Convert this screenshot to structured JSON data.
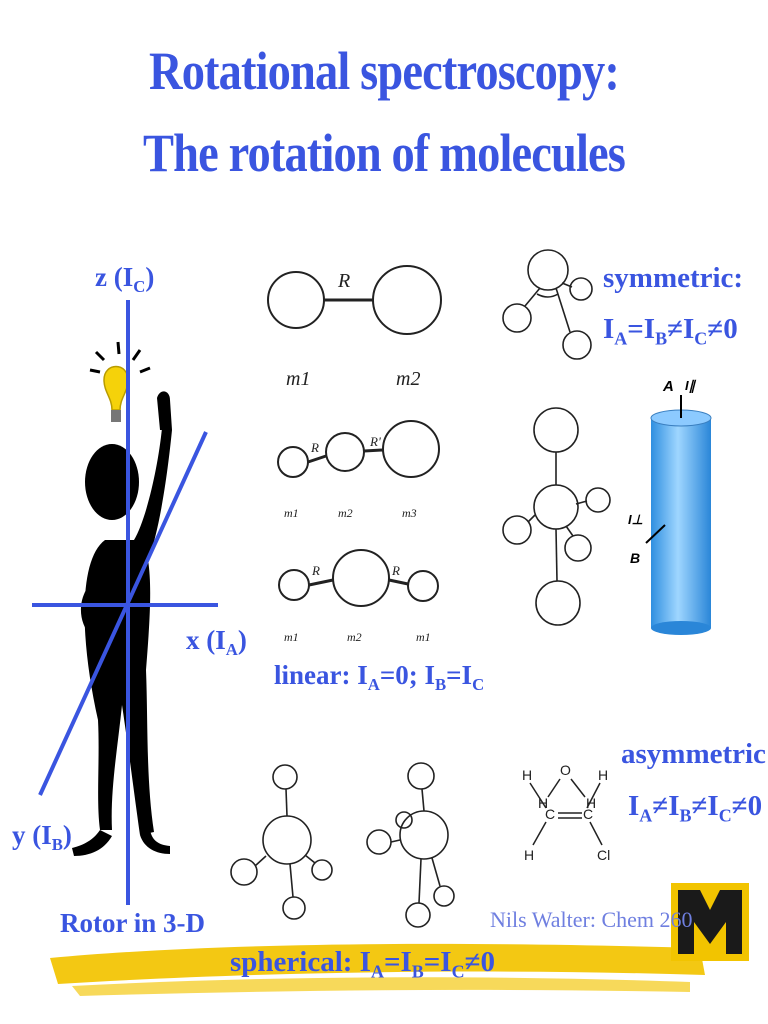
{
  "title": {
    "line1": "Rotational spectroscopy:",
    "line2": "The rotation of molecules"
  },
  "axes": {
    "z_label": "z (I",
    "z_sub": "C",
    "x_label": "x (I",
    "x_sub": "A",
    "y_label": "y (I",
    "y_sub": "B",
    "close": ")",
    "caption": "Rotor in 3-D"
  },
  "diatomic": {
    "bond": "R",
    "atoms": [
      "m1",
      "m2"
    ]
  },
  "triatomic_linear": {
    "bonds": [
      "R",
      "R'"
    ],
    "atoms": [
      "m1",
      "m2",
      "m3"
    ]
  },
  "symmetric_linear": {
    "bonds": [
      "R",
      "R"
    ],
    "atoms": [
      "m1",
      "m2",
      "m1"
    ]
  },
  "linear": {
    "prefix": "linear: I",
    "s1": "A",
    "t1": "=0; I",
    "s2": "B",
    "t2": "=I",
    "s3": "C"
  },
  "symmetric": {
    "name": "symmetric:",
    "p1": "I",
    "s1": "A",
    "t1": "=I",
    "s2": "B",
    "t2": "≠I",
    "s3": "C",
    "t3": "≠0"
  },
  "cylinder": {
    "axis_a": "A",
    "par": "I∥",
    "perp": "I⊥",
    "axis_b": "B"
  },
  "asymmetric": {
    "name": "asymmetric:",
    "p1": "I",
    "s1": "A",
    "t1": "≠I",
    "s2": "B",
    "t2": "≠I",
    "s3": "C",
    "t3": "≠0"
  },
  "water": {
    "atoms": [
      "O",
      "H",
      "H"
    ]
  },
  "ethylene": {
    "atoms": [
      "H",
      "H",
      "C",
      "C",
      "H",
      "Cl"
    ]
  },
  "spherical": {
    "prefix": "spherical: I",
    "s1": "A",
    "t1": "=I",
    "s2": "B",
    "t2": "=I",
    "s3": "C",
    "t3": "≠0"
  },
  "credit": "Nils Walter: Chem 260",
  "logo": {
    "letter": "M"
  },
  "colors": {
    "accent": "#3a55e0",
    "highlight": "#f5d20a",
    "maize": "#f2c400",
    "cylinder": "#5ab0f0"
  }
}
